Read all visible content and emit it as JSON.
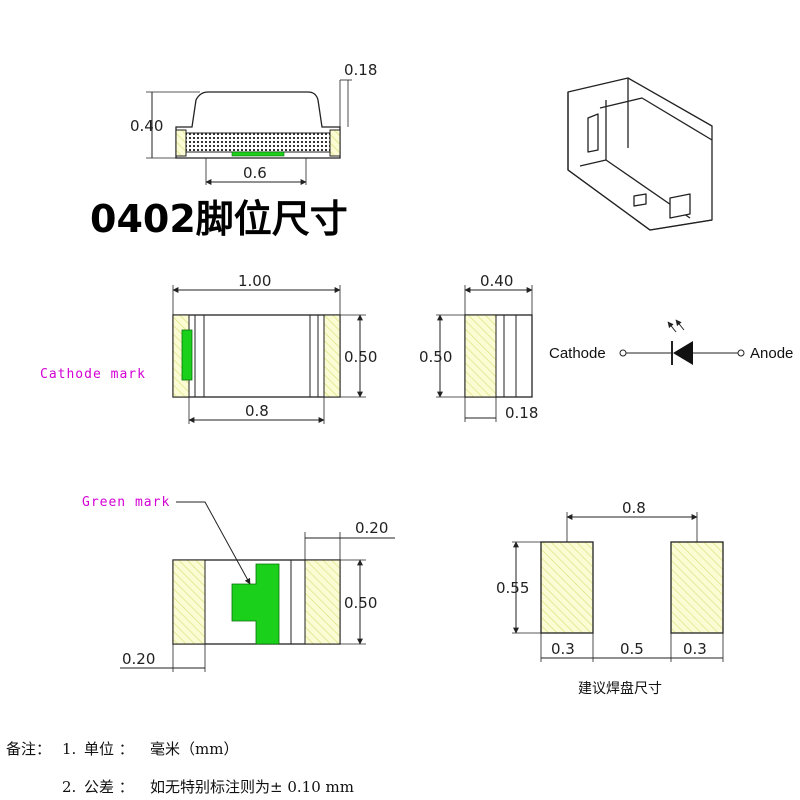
{
  "title": "0402脚位尺寸",
  "side_view": {
    "height": "0.40",
    "gap": "0.18",
    "width": "0.6"
  },
  "top_view": {
    "length": "1.00",
    "height": "0.50",
    "inner": "0.8",
    "cathode_mark": "Cathode mark"
  },
  "end_view": {
    "width": "0.40",
    "height": "0.50",
    "terminal": "0.18"
  },
  "symbol": {
    "cathode": "Cathode",
    "anode": "Anode"
  },
  "bottom_view": {
    "green_mark": "Green mark",
    "terminal": "0.20",
    "height": "0.50",
    "terminal_left": "0.20"
  },
  "pad_layout": {
    "span": "0.8",
    "height": "0.55",
    "pad1": "0.3",
    "gap": "0.5",
    "pad2": "0.3",
    "caption": "建议焊盘尺寸"
  },
  "notes": {
    "prefix": "备注：",
    "line1_num": "1.",
    "line1_label": "单位 ：",
    "line1_value": "毫米（mm）",
    "line2_num": "2.",
    "line2_label": "公差 ：",
    "line2_value": "如无特别标注则为± 0.10 mm"
  },
  "colors": {
    "green": "#1bd01b",
    "pad_fill": "#fbfbd4",
    "hatch": "#d8e070",
    "mark_text": "#d400d4"
  }
}
